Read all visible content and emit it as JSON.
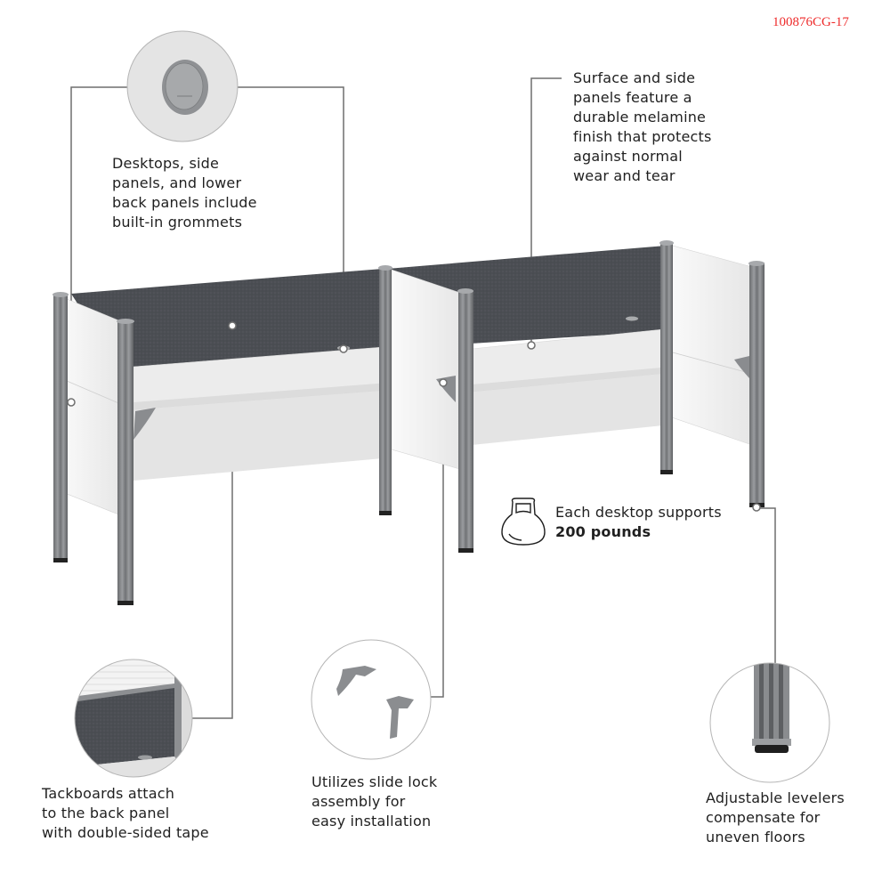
{
  "sku": "100876CG-17",
  "colors": {
    "sku_red": "#ee2b2b",
    "tackboard": "#4a4d52",
    "leader_line": "#6f6f6f",
    "post": "#7d7f82",
    "panel": "#f2f2f2",
    "desktop": "#e9e9e9"
  },
  "callouts": {
    "grommets": {
      "lines": [
        "Desktops, side",
        "panels, and lower",
        "back panels include",
        "built-in grommets"
      ],
      "icon": "grommet-detail-icon"
    },
    "melamine": {
      "lines": [
        "Surface and side",
        "panels feature a",
        "durable melamine",
        "finish that protects",
        "against normal",
        "wear and tear"
      ]
    },
    "weight": {
      "line1": "Each desktop supports",
      "line2": "200 pounds",
      "icon": "kettlebell-icon"
    },
    "tackboards": {
      "lines": [
        "Tackboards attach",
        "to the back panel",
        "with double-sided tape"
      ],
      "icon": "tackboard-detail-icon"
    },
    "slide_lock": {
      "lines": [
        "Utilizes slide lock",
        "assembly for",
        "easy installation"
      ],
      "icon": "bracket-detail-icon"
    },
    "levelers": {
      "lines": [
        "Adjustable levelers",
        "compensate for",
        "uneven floors"
      ],
      "icon": "leveler-detail-icon"
    }
  }
}
